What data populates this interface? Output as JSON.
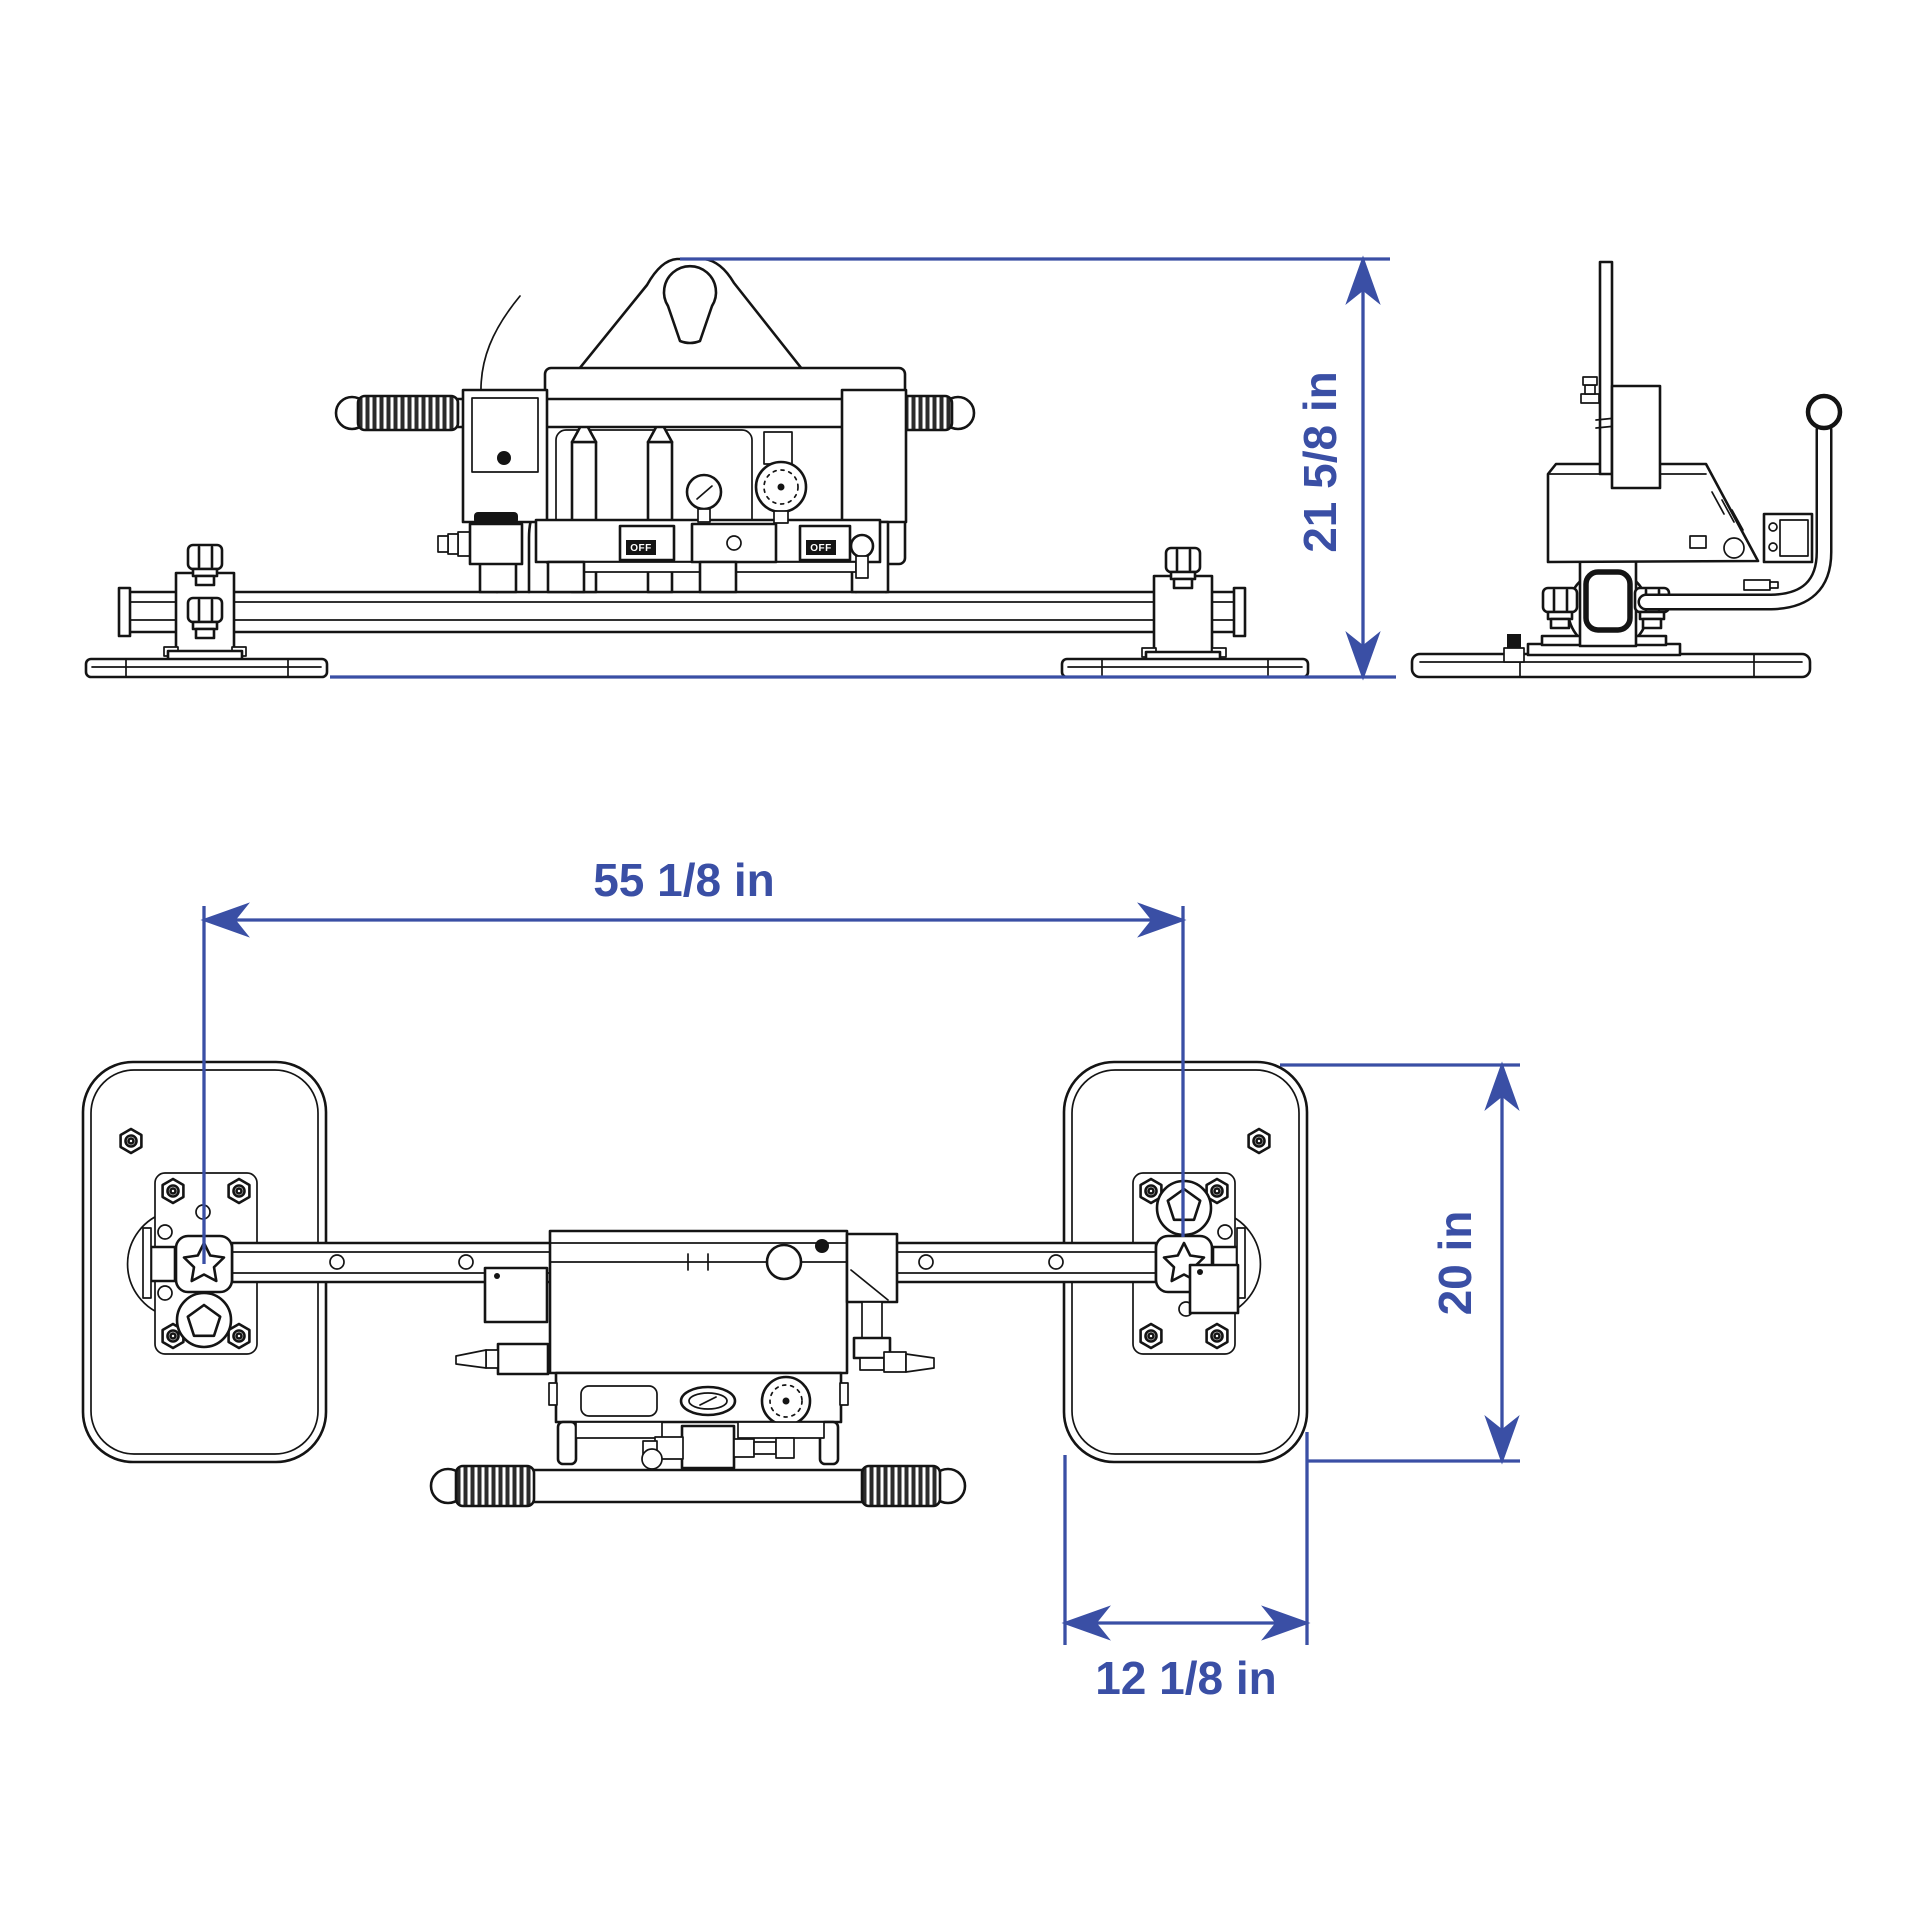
{
  "colors": {
    "background": "#ffffff",
    "line": "#141414",
    "dimension": "#3a4fa5"
  },
  "dimensions": {
    "height_label": "21 5/8 in",
    "span_label": "55 1/8 in",
    "pad_length_label": "20 in",
    "pad_width_label": "12 1/8 in"
  },
  "front_view": {
    "valve_labels": [
      "OFF",
      "OFF"
    ]
  }
}
